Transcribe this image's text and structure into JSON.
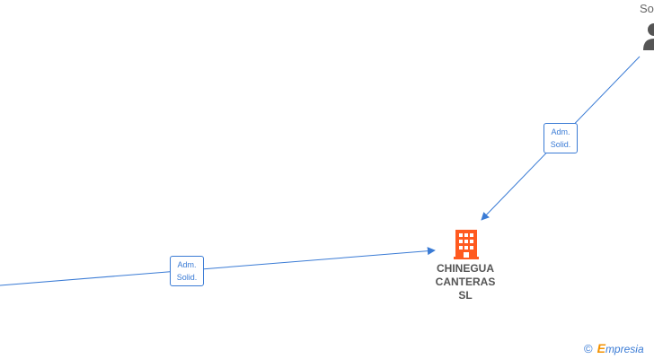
{
  "nodes": {
    "company": {
      "name_lines": [
        "CHINEGUA",
        "CANTERAS",
        "SL"
      ],
      "icon": "building-icon",
      "color": "#ff5a1f"
    },
    "person": {
      "name": "So",
      "icon": "person-icon"
    }
  },
  "edges": [
    {
      "from": "person",
      "to": "company",
      "label_lines": [
        "Adm.",
        "Solid."
      ]
    },
    {
      "from": "offscreen-left",
      "to": "company",
      "label_lines": [
        "Adm.",
        "Solid."
      ]
    }
  ],
  "watermark": {
    "symbol": "©",
    "brand_initial": "E",
    "brand_rest": "mpresia"
  },
  "colors": {
    "edge": "#3a7bd5",
    "company_text": "#555555",
    "person_icon": "#555555",
    "brand_accent": "#f39200"
  }
}
